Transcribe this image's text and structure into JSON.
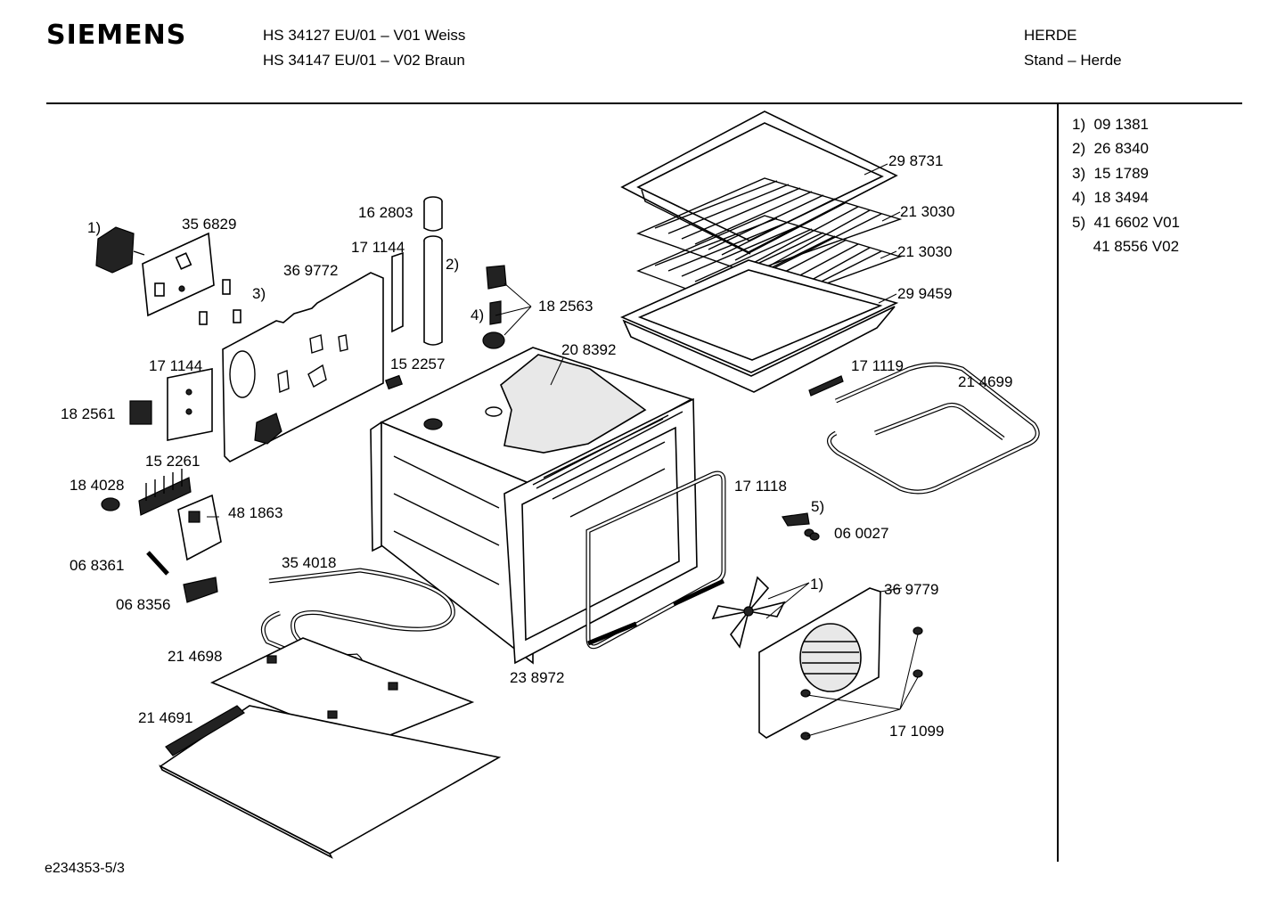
{
  "header": {
    "brand": "SIEMENS",
    "model_line_1": "HS 34127 EU/01 – V01 Weiss",
    "model_line_2": "HS 34147 EU/01 – V02 Braun",
    "category_line_1": "HERDE",
    "category_line_2": "Stand – Herde"
  },
  "legend": [
    {
      "label": "1)  09 1381"
    },
    {
      "label": "2)  26 8340"
    },
    {
      "label": "3)  15 1789"
    },
    {
      "label": "4)  18 3494"
    },
    {
      "label": "5)  41 6602 V01"
    },
    {
      "label": "     41 8556 V02"
    }
  ],
  "callouts": {
    "c298731": "29 8731",
    "c213030a": "21 3030",
    "c213030b": "21 3030",
    "c299459": "29 9459",
    "c162803": "16 2803",
    "c171144a": "17 1144",
    "c2a": "2)",
    "c356829": "35 6829",
    "c1a": "1)",
    "c3": "3)",
    "c369772": "36 9772",
    "c182563": "18 2563",
    "c4": "4)",
    "c208392": "20 8392",
    "c171144b": "17 1144",
    "c152257": "15 2257",
    "c182561": "18 2561",
    "c171119": "17 1119",
    "c214699": "21 4699",
    "c152261": "15 2261",
    "c184028": "18 4028",
    "c481863": "48 1863",
    "c171118": "17 1118",
    "c5": "5)",
    "c060027": "06 0027",
    "c068361": "06 8361",
    "c354018": "35 4018",
    "c068356": "06 8356",
    "c1b": "1)",
    "c369779": "36 9779",
    "c214698": "21 4698",
    "c238972": "23 8972",
    "c214691": "21 4691",
    "c171099": "17 1099"
  },
  "footer": {
    "code": "e234353-5/3"
  }
}
